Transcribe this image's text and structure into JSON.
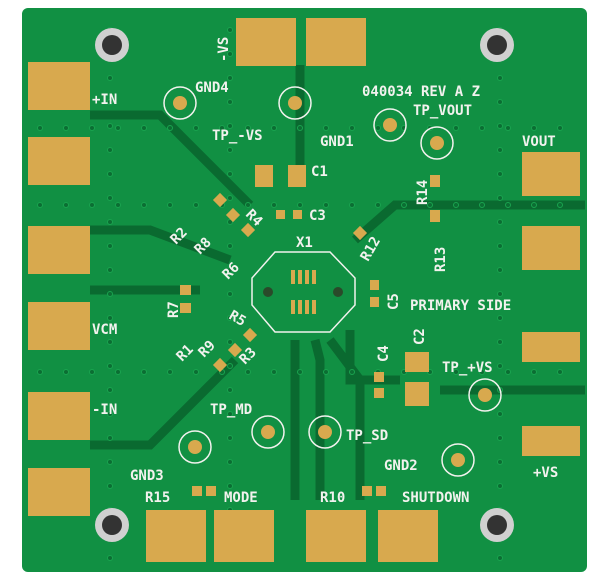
{
  "colors": {
    "board": "#119043",
    "copper_trace": "#0a6a30",
    "pad_gold": "#d8a94e",
    "silkscreen": "#f2f2ee"
  },
  "labels": {
    "plus_in": "+IN",
    "gnd4": "GND4",
    "minus_vs": "-VS",
    "rev": "040034 REV A Z",
    "tp_vout": "TP_VOUT",
    "tp_minus_vs": "TP_-VS",
    "gnd1": "GND1",
    "c1": "C1",
    "vout": "VOUT",
    "r14": "R14",
    "c3": "C3",
    "x1": "X1",
    "r13": "R13",
    "r2": "R2",
    "r8": "R8",
    "r4": "R4",
    "r6": "R6",
    "r12": "R12",
    "primary_side": "PRIMARY SIDE",
    "r7": "R7",
    "vcm": "VCM",
    "c5": "C5",
    "c2": "C2",
    "r5": "R5",
    "r1": "R1",
    "r9": "R9",
    "r3": "R3",
    "c4": "C4",
    "tp_plus_vs": "TP_+VS",
    "minus_in": "-IN",
    "tp_md": "TP_MD",
    "tp_sd": "TP_SD",
    "gnd2": "GND2",
    "gnd3": "GND3",
    "plus_vs": "+VS",
    "r15": "R15",
    "mode": "MODE",
    "r10": "R10",
    "shutdown": "SHUTDOWN"
  }
}
